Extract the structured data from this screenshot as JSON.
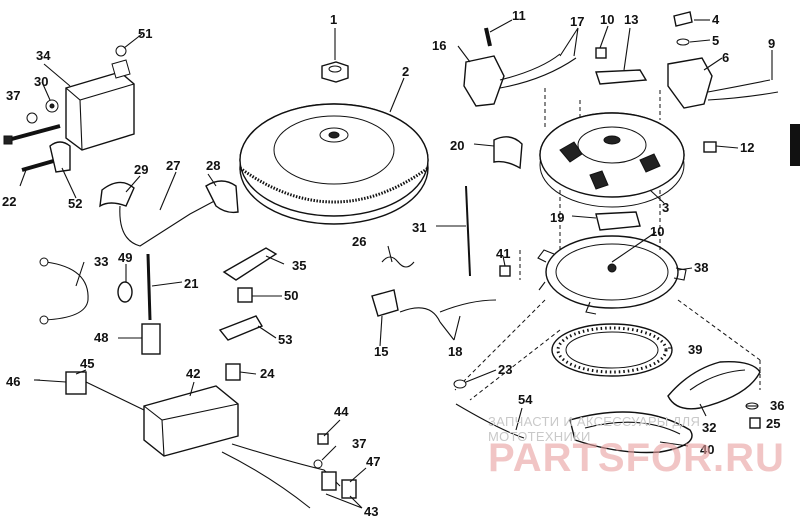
{
  "diagram": {
    "callouts": [
      "1",
      "2",
      "3",
      "4",
      "5",
      "6",
      "9",
      "10",
      "10",
      "11",
      "12",
      "13",
      "15",
      "16",
      "17",
      "18",
      "19",
      "20",
      "21",
      "22",
      "23",
      "24",
      "25",
      "26",
      "27",
      "28",
      "29",
      "30",
      "31",
      "32",
      "33",
      "34",
      "35",
      "36",
      "37",
      "37",
      "38",
      "39",
      "40",
      "41",
      "42",
      "43",
      "44",
      "45",
      "46",
      "47",
      "48",
      "49",
      "50",
      "51",
      "52",
      "53",
      "54"
    ]
  },
  "watermark": {
    "top_text": "ЗАПЧАСТИ И АКСЕССУАРЫ ДЛЯ МОТОТЕХНИКИ",
    "site": "PARTSFOR.RU"
  }
}
